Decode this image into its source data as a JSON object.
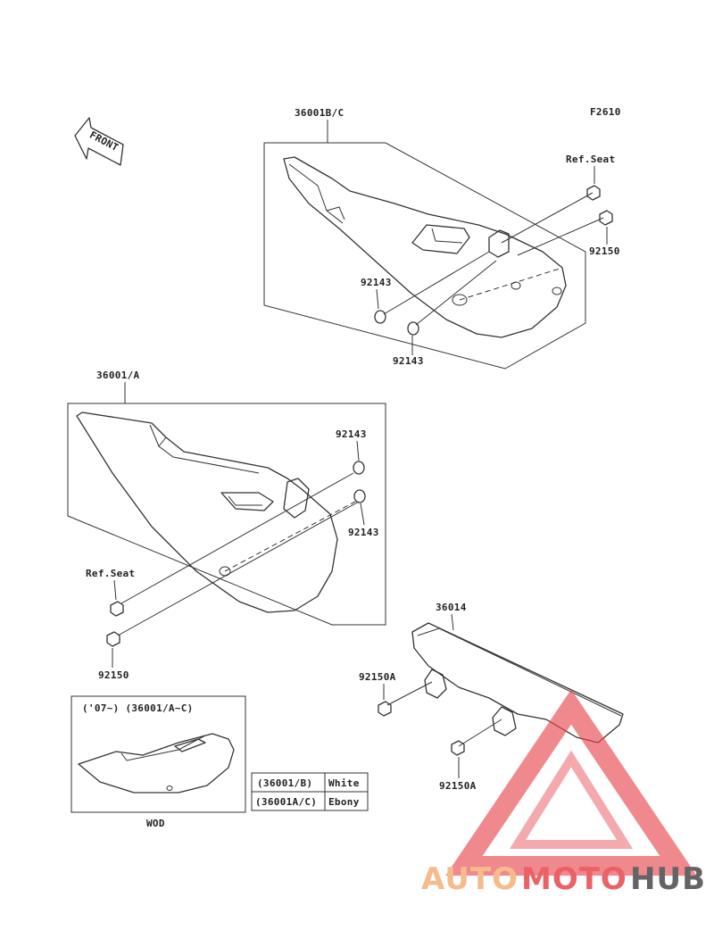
{
  "diagram_id": "F2610",
  "front_label": "FRONT",
  "labels": {
    "upper_part": "36001B/C",
    "ref_seat_upper": "Ref.Seat",
    "bolt_upper": "92150",
    "washer_upper_a": "92143",
    "washer_upper_b": "92143",
    "middle_part": "36001/A",
    "washer_mid_a": "92143",
    "washer_mid_b": "92143",
    "ref_seat_mid": "Ref.Seat",
    "bolt_mid": "92150",
    "guard_part": "36014",
    "bolt_guard_a": "92150A",
    "bolt_guard_b": "92150A",
    "inset_heading": "('07~) (36001/A~C)",
    "inset_caption": "WOD"
  },
  "color_table": [
    {
      "part": "(36001/B)",
      "color": "White"
    },
    {
      "part": "(36001A/C)",
      "color": "Ebony"
    }
  ],
  "watermark": {
    "part1": "AUTO",
    "part2": "MOTO",
    "part3": "HUB",
    "color_light": "#f5b07a",
    "color_red": "#e8474c",
    "color_dark": "#4a4a4a"
  }
}
